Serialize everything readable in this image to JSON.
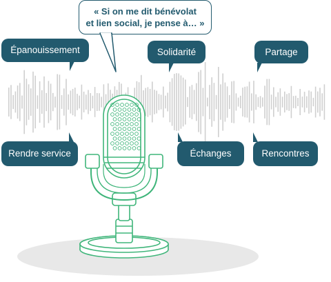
{
  "quote": {
    "line1": "« Si on me dit bénévolat",
    "line2": "et lien social, je pense à… »"
  },
  "bubbles": {
    "epanouissement": "Épanouissement",
    "solidarite": "Solidarité",
    "partage": "Partage",
    "rendre_service": "Rendre service",
    "echanges": "Échanges",
    "rencontres": "Rencontres"
  },
  "colors": {
    "bubble": "#225a6e",
    "waveform": "#cfcfcf",
    "microphone": "#3fb57a",
    "shadow": "#e6e6e6"
  }
}
